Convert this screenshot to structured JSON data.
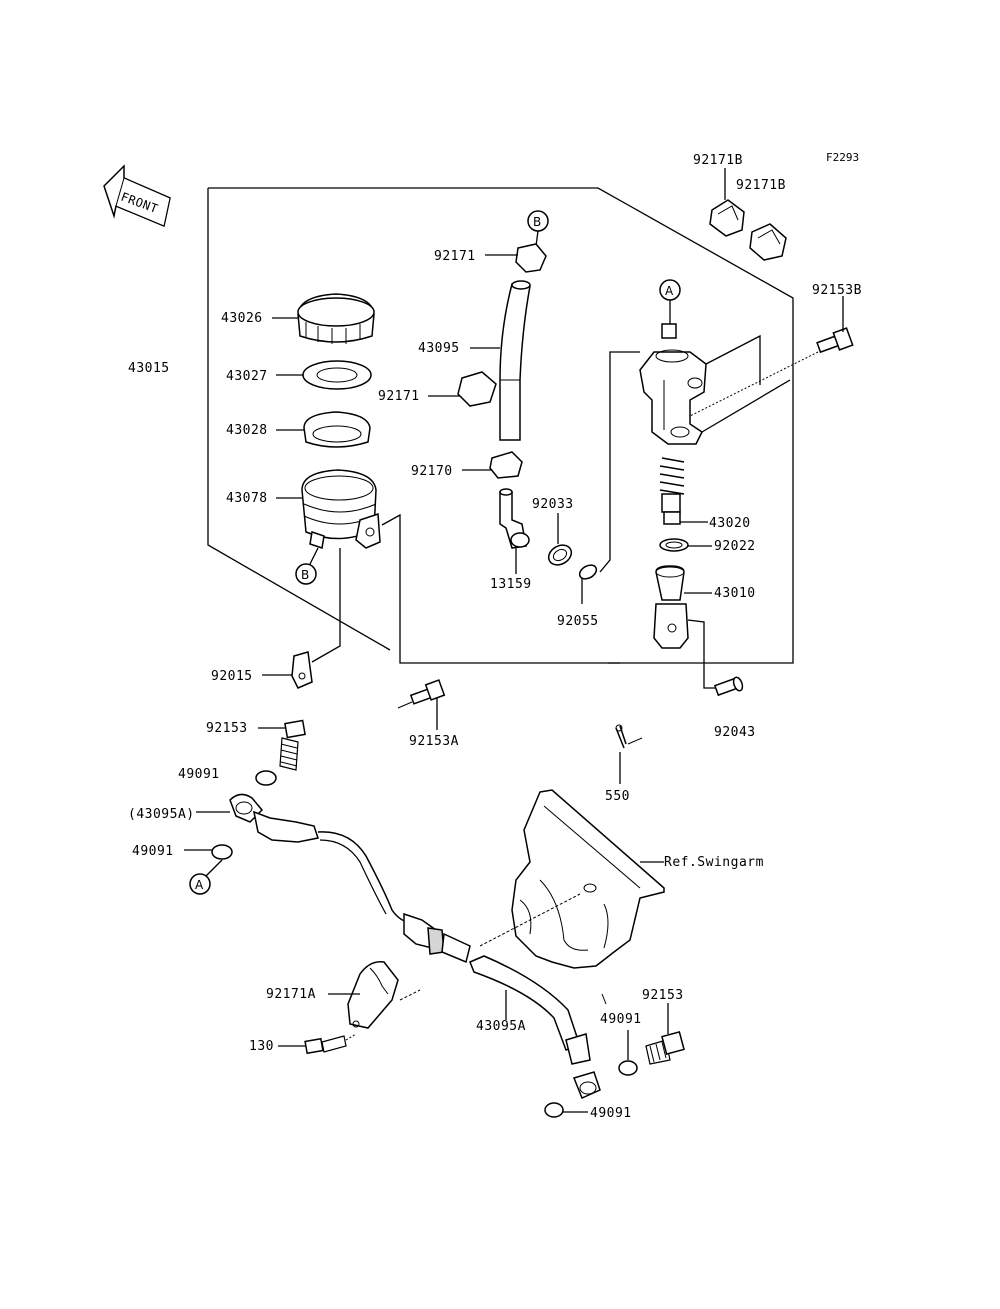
{
  "figure_code": "F2293",
  "front_label": "FRONT",
  "parts": {
    "p92171B_1": "92171B",
    "p92171B_2": "92171B",
    "p92153B": "92153B",
    "p92171_top": "92171",
    "p43026": "43026",
    "p43015": "43015",
    "p43095": "43095",
    "p43027": "43027",
    "p92171_mid": "92171",
    "p43028": "43028",
    "p92170": "92170",
    "p43078": "43078",
    "p92033": "92033",
    "p43020": "43020",
    "p92022": "92022",
    "p13159": "13159",
    "p43010": "43010",
    "p92055": "92055",
    "p92015": "92015",
    "p92043": "92043",
    "p92153_left": "92153",
    "p92153A": "92153A",
    "p49091_a": "49091",
    "p550": "550",
    "p43095A_paren": "(43095A)",
    "p49091_b": "49091",
    "p_swingarm": "Ref.Swingarm",
    "p92153_right": "92153",
    "p92171A": "92171A",
    "p49091_c": "49091",
    "p43095A": "43095A",
    "p130": "130",
    "p49091_d": "49091"
  },
  "callouts": {
    "A_top": "A",
    "A_bottom": "A",
    "B_top": "B",
    "B_mid": "B"
  }
}
